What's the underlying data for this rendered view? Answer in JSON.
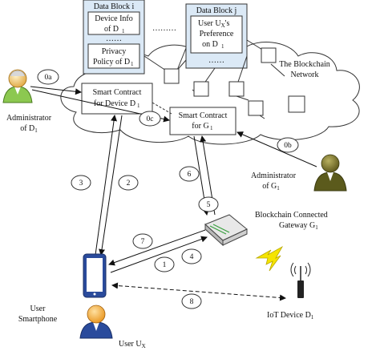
{
  "data_block_i": {
    "title": "Data Block i",
    "device_info_line1": "Device Info",
    "device_info_line2": "of D",
    "dots": "……",
    "privacy_line1": "Privacy",
    "privacy_line2": "Policy of D",
    "sub": "1"
  },
  "data_block_j": {
    "title": "Data Block j",
    "pref_line1": "User U",
    "pref_sub_x": "X",
    "pref_line1_end": "'s",
    "pref_line2": "Preference",
    "pref_line3": "on D",
    "sub": "1",
    "dots": "……"
  },
  "blockchain_line1": "The Blockchain",
  "blockchain_line2": "Network",
  "inter_block_dots": "………",
  "smart_contract_device_line1": "Smart Contract",
  "smart_contract_device_line2": "for Device D",
  "smart_contract_gateway_line1": "Smart Contract",
  "smart_contract_gateway_line2": "for G",
  "sub1": "1",
  "admin_d1_line1": "Administrator",
  "admin_d1_line2": "of D",
  "admin_g1_line1": "Administrator",
  "admin_g1_line2": "of G",
  "gateway_line1": "Blockchain Connected",
  "gateway_line2": "Gateway G",
  "iot_device": "IoT Device D",
  "user_smartphone_line1": "User",
  "user_smartphone_line2": "Smartphone",
  "user_label": "User U",
  "user_sub": "X",
  "step_labels": {
    "s0a": "0a",
    "s0b": "0b",
    "s0c": "0c",
    "s1": "1",
    "s2": "2",
    "s3": "3",
    "s4": "4",
    "s5": "5",
    "s6": "6",
    "s7": "7",
    "s8": "8"
  }
}
